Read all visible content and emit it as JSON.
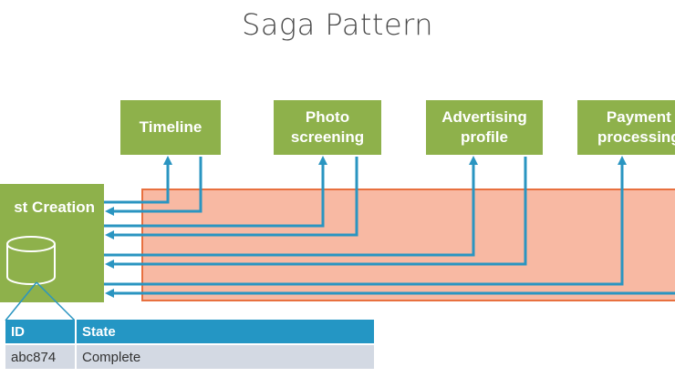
{
  "title": "Saga Pattern",
  "post_service": {
    "label": "st Creation",
    "icon": "database-icon"
  },
  "services": [
    {
      "label": "Timeline"
    },
    {
      "label": "Photo\nscreening"
    },
    {
      "label": "Advertising\nprofile"
    },
    {
      "label": "Payment\nprocessing"
    }
  ],
  "table": {
    "headers": [
      "ID",
      "State"
    ],
    "rows": [
      [
        "abc874",
        "Complete"
      ]
    ]
  },
  "colors": {
    "service_fill": "#8eb14b",
    "saga_band_fill": "#f8b9a3",
    "saga_band_border": "#e8703f",
    "arrow": "#2a95c1",
    "table_header": "#2496c4",
    "table_row": "#d3d9e3"
  }
}
